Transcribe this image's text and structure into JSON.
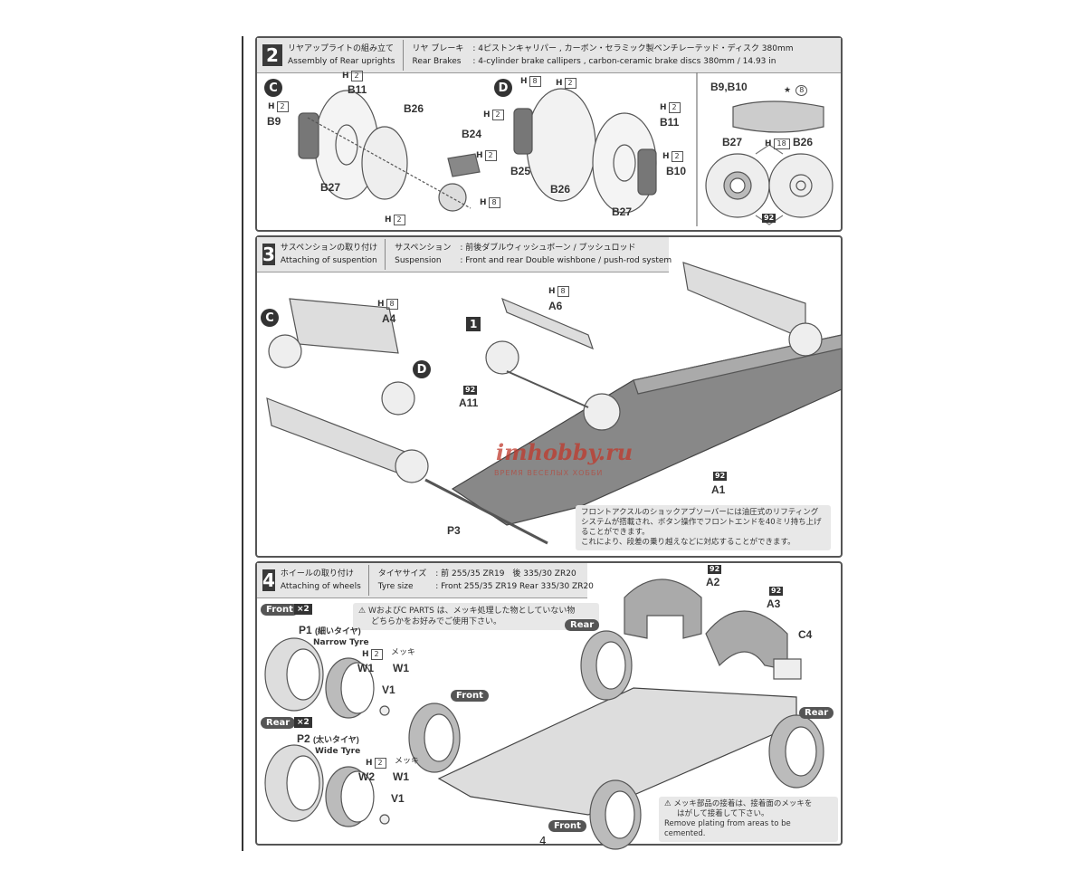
{
  "page_number": "4",
  "watermark": {
    "text": "imhobby.ru",
    "sub": "ВРЕМЯ ВЕСЕЛЫХ ХОББИ"
  },
  "step2": {
    "number": "2",
    "title_jp": "リヤアップライトの組み立て",
    "title_en": "Assembly of Rear uprights",
    "spec_label_jp": "リヤ ブレーキ",
    "spec_value_jp": ": 4ピストンキャリパー , カーボン・セラミック製ベンチレーテッド・ディスク 380mm",
    "spec_label_en": "Rear Brakes",
    "spec_value_en": ": 4-cylinder brake callipers , carbon-ceramic brake discs 380mm / 14.93 in",
    "labels": [
      "C",
      "H",
      "2",
      "B11",
      "H",
      "2",
      "B9",
      "B26",
      "B24",
      "H",
      "2",
      "B27",
      "H",
      "8",
      "H",
      "2",
      "D",
      "H",
      "8",
      "H",
      "2",
      "H",
      "2",
      "H",
      "2",
      "B11",
      "B25",
      "H",
      "2",
      "B10",
      "B26",
      "B27",
      "B9,B10",
      "8",
      "B27",
      "H",
      "18",
      "B26",
      "92"
    ]
  },
  "step3": {
    "number": "3",
    "title_jp": "サスペンションの取り付け",
    "title_en": "Attaching of  suspention",
    "spec_label_jp": "サスペンション",
    "spec_value_jp": ": 前後ダブルウィッシュボーン / プッシュロッド",
    "spec_label_en": "Suspension",
    "spec_value_en": ": Front and rear Double wishbone / push-rod system",
    "labels": [
      "C",
      "H",
      "8",
      "A4",
      "D",
      "1",
      "H",
      "8",
      "A6",
      "92",
      "A11",
      "92",
      "A1",
      "P3"
    ],
    "note_lines": [
      "フロントアクスルのショックアブソーバーには油圧式のリフティング",
      "システムが搭載され、ボタン操作でフロントエンドを40ミリ持ち上げ",
      "ることができます。",
      "これにより、段差の乗り越えなどに対応することができます。"
    ]
  },
  "step4": {
    "number": "4",
    "title_jp": "ホイールの取り付け",
    "title_en": "Attaching of wheels",
    "spec_label_jp": "タイヤサイズ",
    "spec_value_jp": ": 前 255/35 ZR19　後 335/30 ZR20",
    "spec_label_en": "Tyre size",
    "spec_value_en": ": Front 255/35 ZR19 Rear 335/30 ZR20",
    "front": "Front",
    "rear": "Rear",
    "x2": "×2",
    "warning_lines": [
      "WおよびC PARTS は、メッキ処理した物としていない物",
      "どちらかをお好みでご使用下さい。"
    ],
    "p1": "P1",
    "p1_jp": "(細いタイヤ)",
    "p1_en": "Narrow Tyre",
    "p2": "P2",
    "p2_jp": "(太いタイヤ)",
    "p2_en": "Wide Tyre",
    "h": "H",
    "h2": "2",
    "mekki": "メッキ",
    "w1": "W1",
    "w2": "W2",
    "v1": "V1",
    "a2": "A2",
    "a3": "A3",
    "c4": "C4",
    "n92": "92",
    "plating_note_jp": [
      "メッキ部品の接着は、接着面のメッキを",
      "はがして接着して下さい。"
    ],
    "plating_note_en": "Remove plating from areas to be cemented."
  },
  "colors": {
    "header_bg": "#e6e6e6",
    "badge": "#333333",
    "watermark": "#c0392b"
  }
}
